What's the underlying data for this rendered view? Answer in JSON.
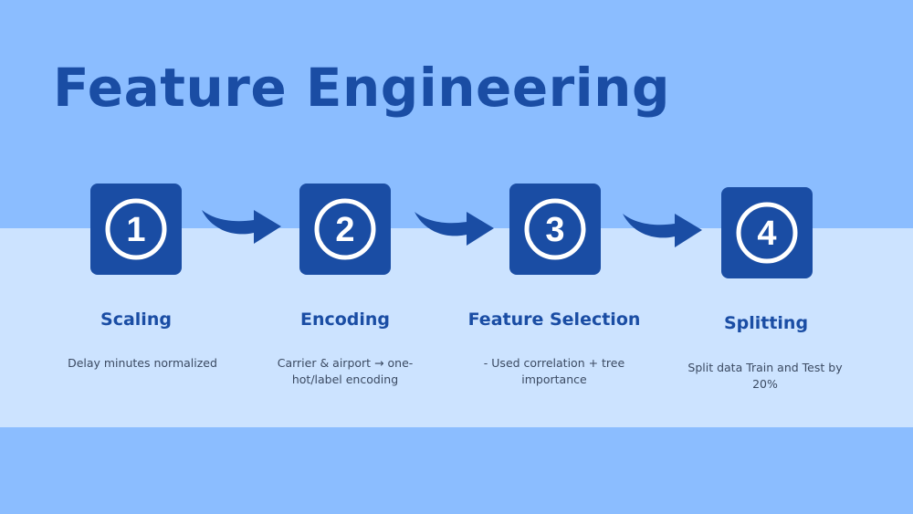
{
  "slide": {
    "title": "Feature Engineering"
  },
  "colors": {
    "background": "#8bbdff",
    "band": "#cce3ff",
    "accent": "#1a4da4",
    "text": "#3b4a62"
  },
  "steps": [
    {
      "number": "1",
      "label": "Scaling",
      "description": "Delay minutes normalized"
    },
    {
      "number": "2",
      "label": "Encoding",
      "description": "Carrier & airport → one-hot/label encoding"
    },
    {
      "number": "3",
      "label": "Feature Selection",
      "description": "- Used correlation + tree importance"
    },
    {
      "number": "4",
      "label": "Splitting",
      "description": "Split data Train and Test by 20%"
    }
  ],
  "connector_icon": "curved-arrow-icon"
}
